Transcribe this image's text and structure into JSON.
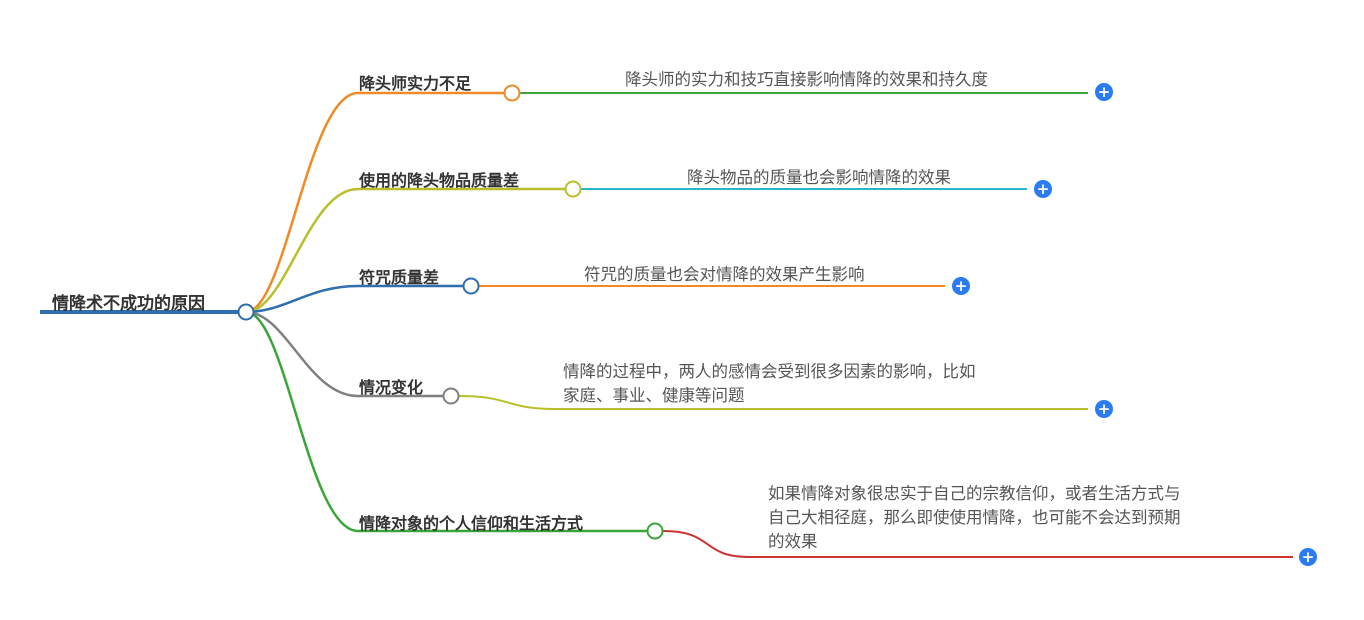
{
  "root": {
    "label": "情降术不成功的原因",
    "color": "#2f6fad"
  },
  "branches": [
    {
      "label": "降头师实力不足",
      "color": "#f08a24",
      "leaf": {
        "lines": [
          "降头师的实力和技巧直接影响情降的效果和持久度"
        ],
        "color": "#3aa63a"
      }
    },
    {
      "label": "使用的降头物品质量差",
      "color": "#b9bf2c",
      "leaf": {
        "lines": [
          "降头物品的质量也会影响情降的效果"
        ],
        "color": "#2ab6c9"
      }
    },
    {
      "label": "符咒质量差",
      "color": "#2f6fad",
      "leaf": {
        "lines": [
          "符咒的质量也会对情降的效果产生影响"
        ],
        "color": "#f08a24"
      }
    },
    {
      "label": "情况变化",
      "color": "#808080",
      "leaf": {
        "lines": [
          "情降的过程中，两人的感情会受到很多因素的影响，比如",
          "家庭、事业、健康等问题"
        ],
        "color": "#b9bf2c"
      }
    },
    {
      "label": "情降对象的个人信仰和生活方式",
      "color": "#3aa63a",
      "leaf": {
        "lines": [
          "如果情降对象很忠实于自己的宗教信仰，或者生活方式与",
          "自己大相径庭，那么即使使用情降，也可能不会达到预期",
          "的效果"
        ],
        "color": "#cc3333"
      }
    }
  ],
  "expand_symbol": "+",
  "accent_color": "#2b7bf2"
}
